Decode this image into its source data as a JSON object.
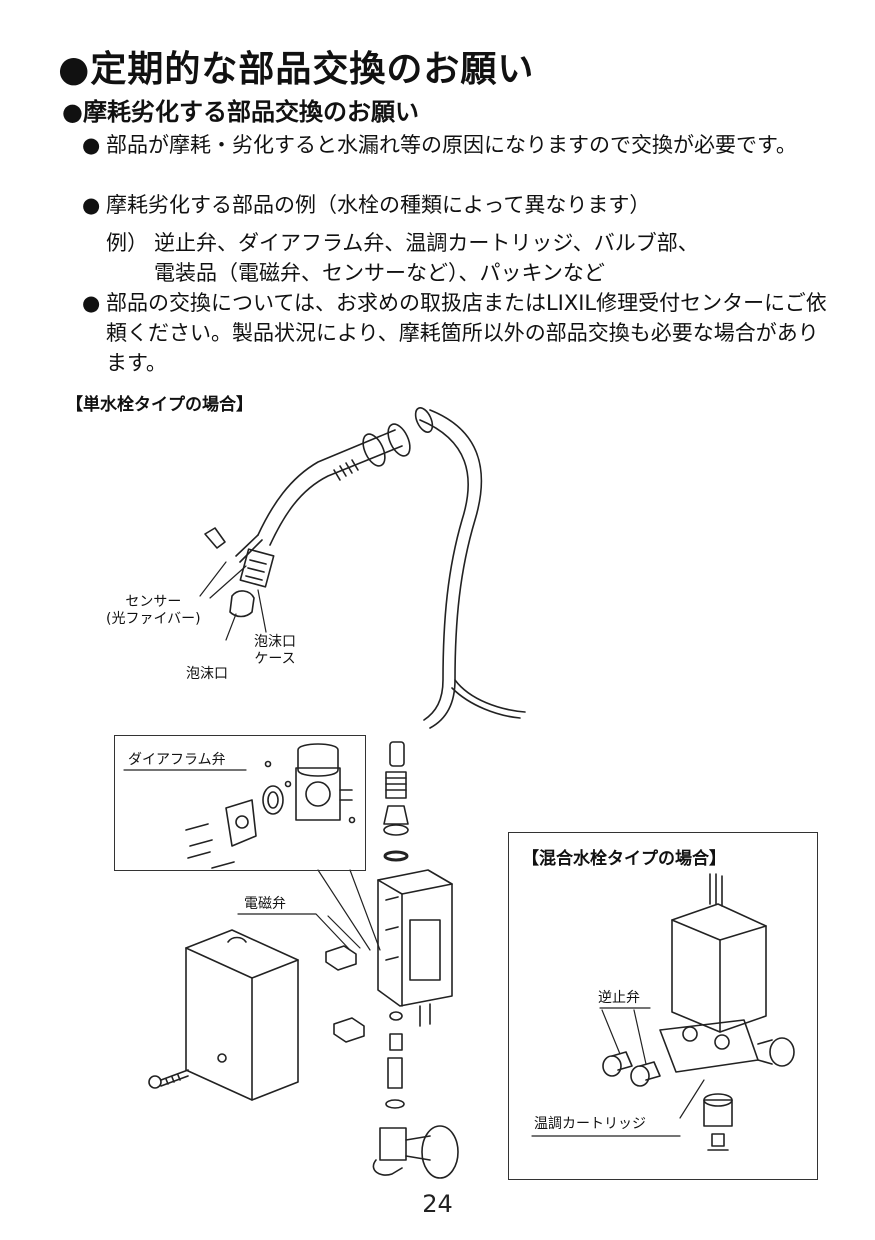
{
  "heading": "●定期的な部品交換のお願い",
  "subheading": "●摩耗劣化する部品交換のお願い",
  "bullet_mark": "●",
  "bullets": {
    "b1": "部品が摩耗・劣化すると水漏れ等の原因になりますので交換が必要です。",
    "b2": "摩耗劣化する部品の例（水栓の種類によって異なります）",
    "b3": "部品の交換については、お求めの取扱店またはLIXIL修理受付センターにご依頼ください。製品状況により、摩耗箇所以外の部品交換も必要な場合があります。"
  },
  "example": {
    "label": "例）",
    "line1": "逆止弁、ダイアフラム弁、温調カートリッジ、バルブ部、",
    "line2": "電装品（電磁弁、センサーなど）、パッキンなど"
  },
  "single_type_label": "【単水栓タイプの場合】",
  "mixed_type_label": "【混合水栓タイプの場合】",
  "callouts": {
    "sensor_line1": "センサー",
    "sensor_line2": "(光ファイバー)",
    "aerator_case_line1": "泡沫口",
    "aerator_case_line2": "ケース",
    "aerator": "泡沫口",
    "diaphragm_valve": "ダイアフラム弁",
    "solenoid_valve": "電磁弁",
    "check_valve": "逆止弁",
    "thermo_cartridge": "温調カートリッジ"
  },
  "page_number": "24"
}
